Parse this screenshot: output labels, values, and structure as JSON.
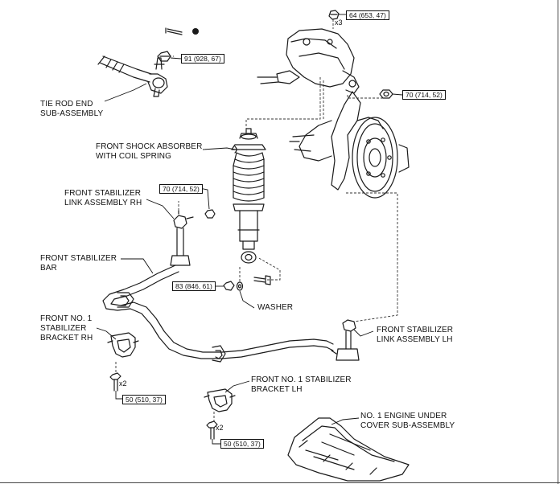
{
  "labels": {
    "tie_rod_end": "TIE ROD END\nSUB-ASSEMBLY",
    "front_shock": "FRONT SHOCK ABSORBER\nWITH COIL SPRING",
    "stab_link_rh": "FRONT STABILIZER\nLINK ASSEMBLY RH",
    "stab_bar": "FRONT STABILIZER\nBAR",
    "washer": "WASHER",
    "bracket_rh": "FRONT NO. 1\nSTABILIZER\nBRACKET RH",
    "stab_link_lh": "FRONT STABILIZER\nLINK ASSEMBLY LH",
    "bracket_lh": "FRONT NO. 1 STABILIZER\nBRACKET LH",
    "engine_cover": "NO. 1 ENGINE UNDER\nCOVER SUB-ASSEMBLY"
  },
  "torques": {
    "t1": "64 (653, 47)",
    "t2": "91 (928, 67)",
    "t3": "70 (714, 52)",
    "t4": "70 (714, 52)",
    "t5": "83 (846, 61)",
    "t6": "50 (510, 37)",
    "t7": "50 (510, 37)"
  },
  "quantities": {
    "q1": "x3",
    "q2": "x2",
    "q3": "x2"
  }
}
